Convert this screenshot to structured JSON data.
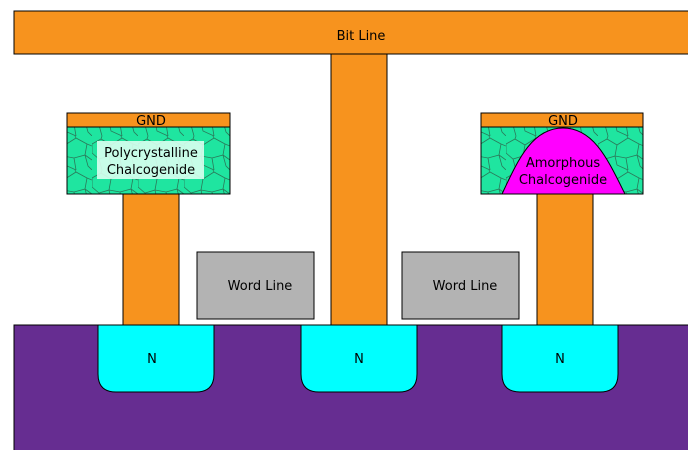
{
  "labels": {
    "bit_line": "Bit Line",
    "gnd_left": "GND",
    "gnd_right": "GND",
    "poly_line1": "Polycrystalline",
    "poly_line2": "Chalcogenide",
    "amorph_line1": "Amorphous",
    "amorph_line2": "Chalcogenide",
    "word_line_left": "Word Line",
    "word_line_right": "Word Line",
    "n_left": "N",
    "n_mid": "N",
    "n_right": "N"
  },
  "colors": {
    "metal": "#f7931e",
    "substrate": "#662d91",
    "n_well": "#00ffff",
    "gate": "#b3b3b3",
    "crystalline": "#1fe5a0",
    "amorphous": "#ff00ff",
    "outline": "#000000"
  }
}
